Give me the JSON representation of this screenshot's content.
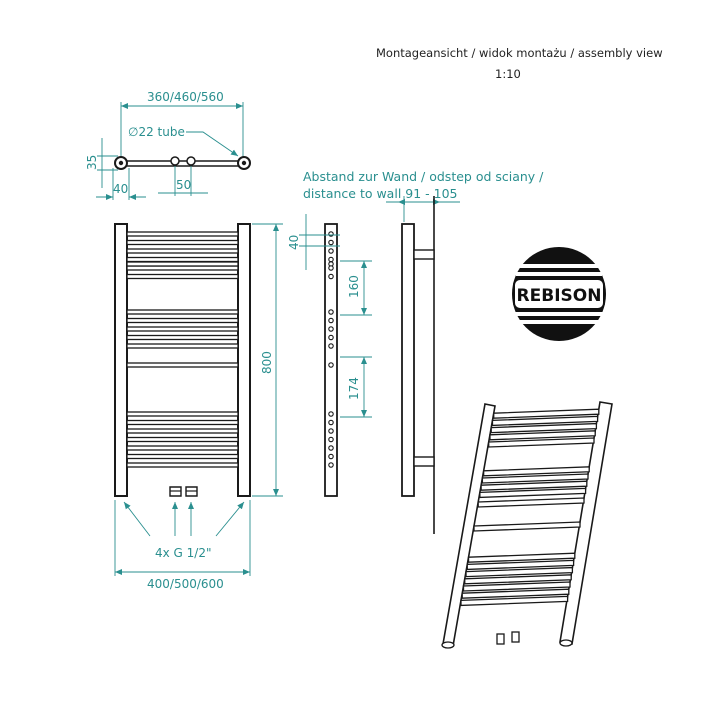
{
  "header": {
    "view_title": "Montageansicht / widok montażu / assembly view",
    "scale": "1:10"
  },
  "top_view": {
    "width_dims": "360/460/560",
    "tube_label": "∅22 tube",
    "depth_dim": "35",
    "offset_dim": "40",
    "pitch_dim": "50"
  },
  "front_view": {
    "height_dim": "800",
    "connections_label": "4x G 1/2\"",
    "width_dims": "400/500/600"
  },
  "side_view": {
    "top_dim": "40",
    "spacing_upper_dim": "160",
    "spacing_lower_dim": "174"
  },
  "wall_view": {
    "distance_label_de": "Abstand zur Wand / odstep od sciany /",
    "distance_label_en": "distance to wall 91 - 105"
  },
  "logo": {
    "brand_text": "REBISON"
  },
  "colors": {
    "dimension": "#2a8f8f",
    "outline": "#1a1a1a"
  }
}
